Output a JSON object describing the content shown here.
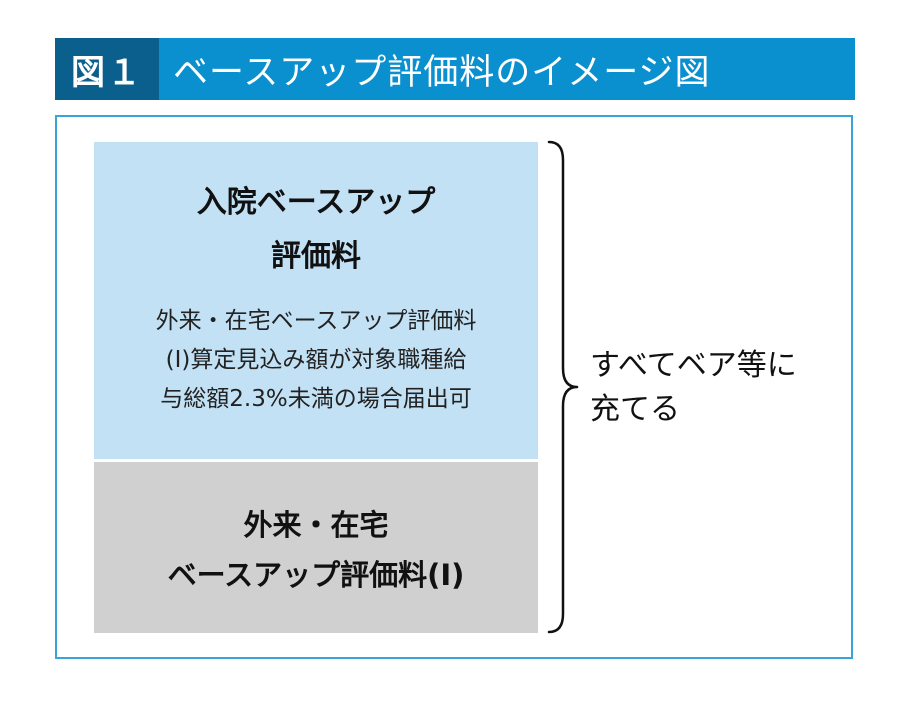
{
  "figure": {
    "number": "図１",
    "title": "ベースアップ評価料のイメージ図"
  },
  "top_box": {
    "heading_line1": "入院ベースアップ",
    "heading_line2": "評価料",
    "body_line1": "外来・在宅ベースアップ評価料",
    "body_line2": "(Ⅰ)算定見込み額が対象職種給",
    "body_line3": "与総額2.3%未満の場合届出可",
    "color": "#c3e1f5"
  },
  "bottom_box": {
    "heading_line1": "外来・在宅",
    "heading_line2": "ベースアップ評価料(Ⅰ)",
    "color": "#d0d0d0"
  },
  "side_note": {
    "line1": "すべてベア等に",
    "line2": "充てる"
  },
  "colors": {
    "title_bar": "#0a8fcf",
    "title_number_bg": "#0b5f8c",
    "frame_border": "#3aa3d7"
  }
}
